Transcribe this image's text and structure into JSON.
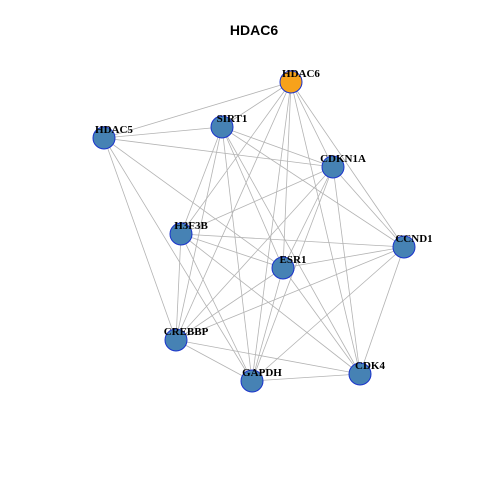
{
  "title": "HDAC6",
  "colors": {
    "hub_node": "#f7a21b",
    "node": "#4682b4",
    "node_border": "#1a33cc",
    "edge": "#b3b3b3"
  },
  "nodes": [
    {
      "id": "HDAC6",
      "label": "HDAC6",
      "hub": true
    },
    {
      "id": "SIRT1",
      "label": "SIRT1",
      "hub": false
    },
    {
      "id": "HDAC5",
      "label": "HDAC5",
      "hub": false
    },
    {
      "id": "CDKN1A",
      "label": "CDKN1A",
      "hub": false
    },
    {
      "id": "H3F3B",
      "label": "H3F3B",
      "hub": false
    },
    {
      "id": "CCND1",
      "label": "CCND1",
      "hub": false
    },
    {
      "id": "ESR1",
      "label": "ESR1",
      "hub": false
    },
    {
      "id": "CREBBP",
      "label": "CREBBP",
      "hub": false
    },
    {
      "id": "CDK4",
      "label": "CDK4",
      "hub": false
    },
    {
      "id": "GAPDH",
      "label": "GAPDH",
      "hub": false
    }
  ],
  "edges": [
    [
      "HDAC6",
      "HDAC5"
    ],
    [
      "HDAC6",
      "SIRT1"
    ],
    [
      "HDAC6",
      "CDKN1A"
    ],
    [
      "HDAC6",
      "H3F3B"
    ],
    [
      "HDAC6",
      "ESR1"
    ],
    [
      "HDAC6",
      "CCND1"
    ],
    [
      "HDAC6",
      "CREBBP"
    ],
    [
      "HDAC6",
      "GAPDH"
    ],
    [
      "HDAC6",
      "CDK4"
    ],
    [
      "SIRT1",
      "HDAC5"
    ],
    [
      "SIRT1",
      "CDKN1A"
    ],
    [
      "SIRT1",
      "H3F3B"
    ],
    [
      "SIRT1",
      "ESR1"
    ],
    [
      "SIRT1",
      "CCND1"
    ],
    [
      "SIRT1",
      "CREBBP"
    ],
    [
      "SIRT1",
      "GAPDH"
    ],
    [
      "SIRT1",
      "CDK4"
    ],
    [
      "HDAC5",
      "CDKN1A"
    ],
    [
      "HDAC5",
      "ESR1"
    ],
    [
      "HDAC5",
      "CREBBP"
    ],
    [
      "HDAC5",
      "GAPDH"
    ],
    [
      "CDKN1A",
      "H3F3B"
    ],
    [
      "CDKN1A",
      "ESR1"
    ],
    [
      "CDKN1A",
      "CCND1"
    ],
    [
      "CDKN1A",
      "CREBBP"
    ],
    [
      "CDKN1A",
      "GAPDH"
    ],
    [
      "CDKN1A",
      "CDK4"
    ],
    [
      "H3F3B",
      "ESR1"
    ],
    [
      "H3F3B",
      "CCND1"
    ],
    [
      "H3F3B",
      "CREBBP"
    ],
    [
      "H3F3B",
      "GAPDH"
    ],
    [
      "H3F3B",
      "CDK4"
    ],
    [
      "ESR1",
      "CCND1"
    ],
    [
      "ESR1",
      "CREBBP"
    ],
    [
      "ESR1",
      "GAPDH"
    ],
    [
      "ESR1",
      "CDK4"
    ],
    [
      "CCND1",
      "CREBBP"
    ],
    [
      "CCND1",
      "GAPDH"
    ],
    [
      "CCND1",
      "CDK4"
    ],
    [
      "CREBBP",
      "GAPDH"
    ],
    [
      "CREBBP",
      "CDK4"
    ],
    [
      "GAPDH",
      "CDK4"
    ]
  ]
}
